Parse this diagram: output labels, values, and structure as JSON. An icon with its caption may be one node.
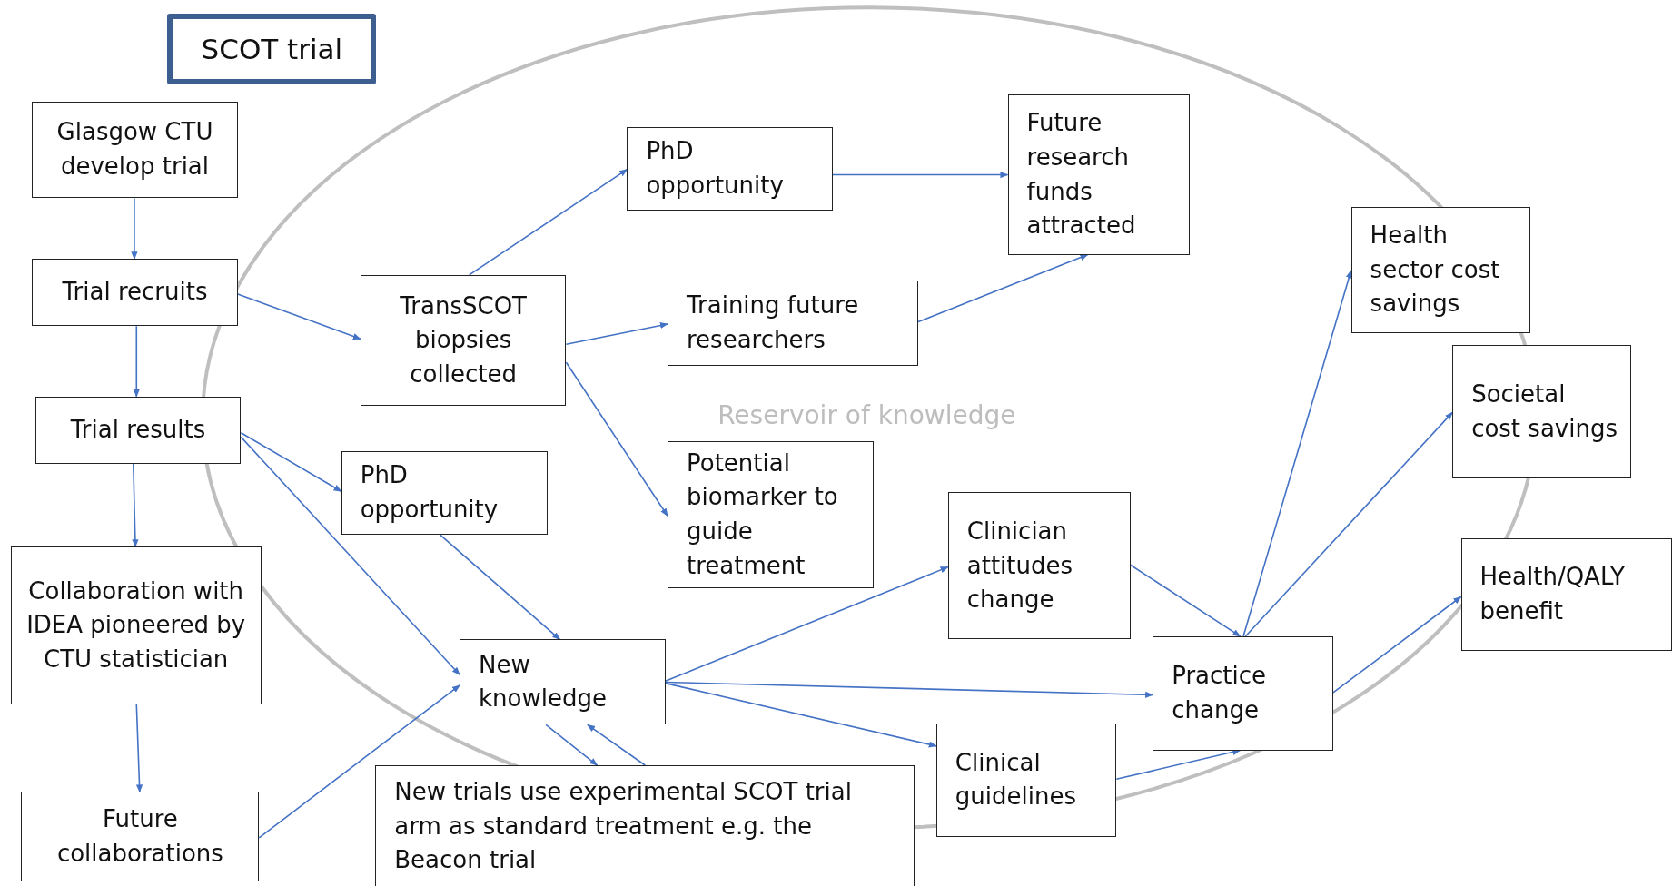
{
  "diagram": {
    "nodes": [
      {
        "text": [
          "SCOT trial"
        ]
      },
      {
        "text": [
          "Glasgow CTU develop trial"
        ]
      },
      {
        "text": [
          "Trial recruits"
        ]
      },
      {
        "text": [
          "Trial results"
        ]
      },
      {
        "text": [
          "Collaboration with IDEA pioneered by CTU statistician"
        ]
      },
      {
        "text": [
          "Future collaborations"
        ]
      },
      {
        "text": [
          "TransSCOT biopsies collected"
        ]
      },
      {
        "text": [
          "PhD opportunity"
        ]
      },
      {
        "text": [
          "Future research funds attracted"
        ]
      },
      {
        "text": [
          "Training future researchers"
        ]
      },
      {
        "text": [
          "Potential biomarker to guide treatment"
        ]
      },
      {
        "text": [
          "PhD opportunity"
        ]
      },
      {
        "text": [
          "New knowledge"
        ]
      },
      {
        "text": [
          "New trials use experimental SCOT trial arm as standard treatment e.g. the Beacon trial"
        ]
      },
      {
        "text": [
          "Clinician attitudes change"
        ]
      },
      {
        "text": [
          "Clinical guidelines"
        ]
      },
      {
        "text": [
          "Practice change"
        ]
      },
      {
        "text": [
          "Health sector cost savings"
        ]
      },
      {
        "text": [
          "Societal cost savings"
        ]
      },
      {
        "text": [
          "Health/QALY benefit"
        ]
      }
    ],
    "edges": [
      {
        "from": 1,
        "to": 2,
        "arrow": "to"
      },
      {
        "from": 2,
        "to": 3,
        "arrow": "to"
      },
      {
        "from": 3,
        "to": 4,
        "arrow": "to"
      },
      {
        "from": 4,
        "to": 5,
        "arrow": "to"
      },
      {
        "from": 2,
        "to": 6,
        "arrow": "to"
      },
      {
        "from": 6,
        "to": 7,
        "arrow": "to"
      },
      {
        "from": 7,
        "to": 8,
        "arrow": "to"
      },
      {
        "from": 6,
        "to": 9,
        "arrow": "to"
      },
      {
        "from": 9,
        "to": 8,
        "arrow": "to"
      },
      {
        "from": 6,
        "to": 10,
        "arrow": "to"
      },
      {
        "from": 3,
        "to": 11,
        "arrow": "to"
      },
      {
        "from": 3,
        "to": 12,
        "arrow": "to"
      },
      {
        "from": 11,
        "to": 12,
        "arrow": "to"
      },
      {
        "from": 5,
        "to": 12,
        "arrow": "to"
      },
      {
        "from": 12,
        "to": 13,
        "arrow": "to"
      },
      {
        "from": 13,
        "to": 12,
        "arrow": "to"
      },
      {
        "from": 12,
        "to": 14,
        "arrow": "to"
      },
      {
        "from": 12,
        "to": 16,
        "arrow": "to"
      },
      {
        "from": 12,
        "to": 15,
        "arrow": "to"
      },
      {
        "from": 14,
        "to": 16,
        "arrow": "to"
      },
      {
        "from": 15,
        "to": 16,
        "arrow": "to"
      },
      {
        "from": 16,
        "to": 17,
        "arrow": "to"
      },
      {
        "from": 16,
        "to": 18,
        "arrow": "to"
      },
      {
        "from": 16,
        "to": 19,
        "arrow": "to"
      }
    ],
    "labels": [
      "Reservoir of knowledge"
    ]
  }
}
